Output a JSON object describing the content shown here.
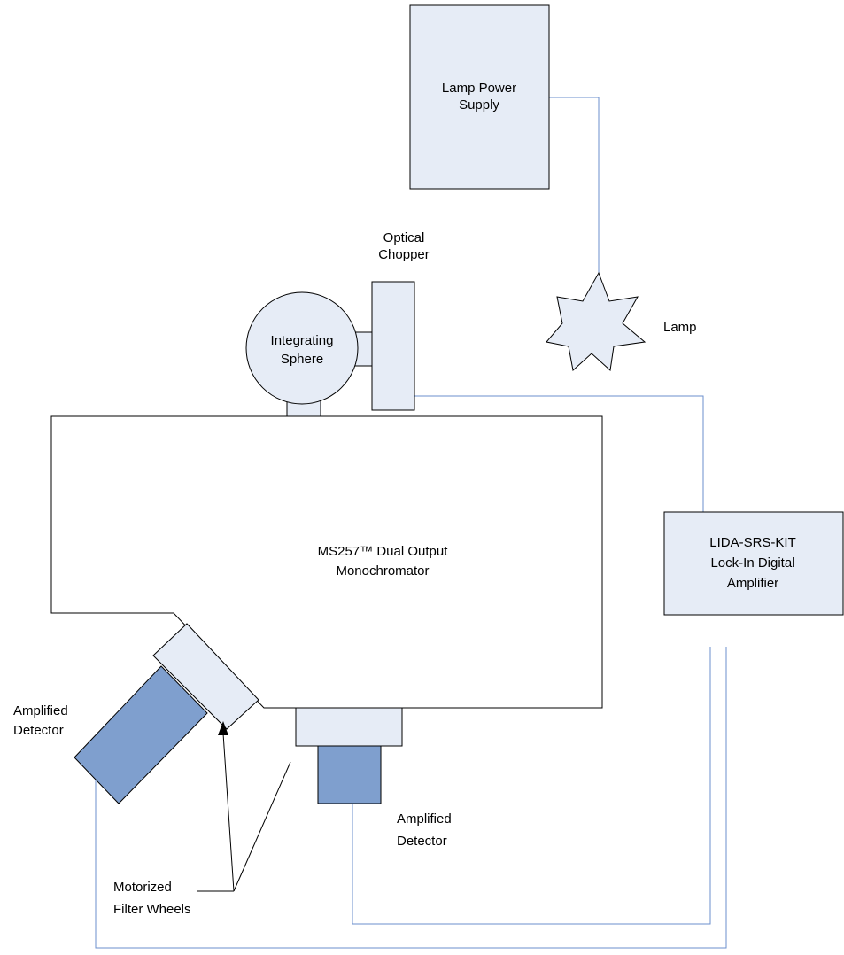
{
  "diagram": {
    "components": {
      "lamp_power_supply": {
        "lines": [
          "Lamp Power",
          "Supply"
        ]
      },
      "lamp": {
        "label": "Lamp"
      },
      "optical_chopper": {
        "lines": [
          "Optical",
          "Chopper"
        ]
      },
      "integrating_sphere": {
        "lines": [
          "Integrating",
          "Sphere"
        ]
      },
      "monochromator": {
        "lines": [
          "MS257™ Dual Output",
          "Monochromator"
        ]
      },
      "lock_in_amplifier": {
        "lines": [
          "LIDA-SRS-KIT",
          "Lock-In Digital",
          "Amplifier"
        ]
      },
      "amplified_detector_left": {
        "lines": [
          "Amplified",
          "Detector"
        ]
      },
      "amplified_detector_bottom": {
        "lines": [
          "Amplified",
          "Detector"
        ]
      },
      "filter_wheels": {
        "lines": [
          "Motorized",
          "Filter Wheels"
        ]
      }
    },
    "colors": {
      "pale_fill": "#e6ecf6",
      "detector_fill": "#7f9fce",
      "wire": "#6b8fcd",
      "outline": "#000000"
    }
  }
}
